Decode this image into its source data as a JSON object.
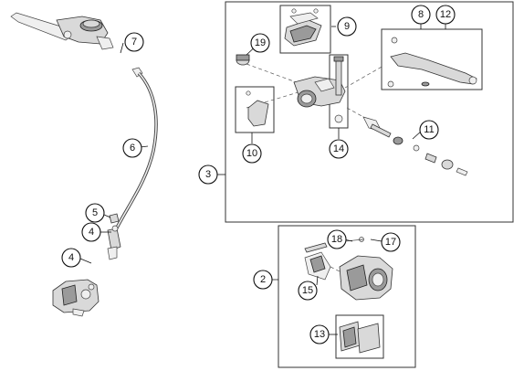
{
  "callouts": {
    "c2": "2",
    "c3": "3",
    "c4a": "4",
    "c4b": "4",
    "c5": "5",
    "c6": "6",
    "c7": "7",
    "c8": "8",
    "c9": "9",
    "c10": "10",
    "c11": "11",
    "c12": "12",
    "c13": "13",
    "c14": "14",
    "c15": "15",
    "c17": "17",
    "c18": "18",
    "c19": "19"
  },
  "icons": {
    "master-cylinder": "brake-master-cylinder-icon",
    "caliper": "brake-caliper-icon",
    "hose": "brake-hose-icon",
    "lever": "brake-lever-icon",
    "pads": "brake-pads-icon"
  }
}
